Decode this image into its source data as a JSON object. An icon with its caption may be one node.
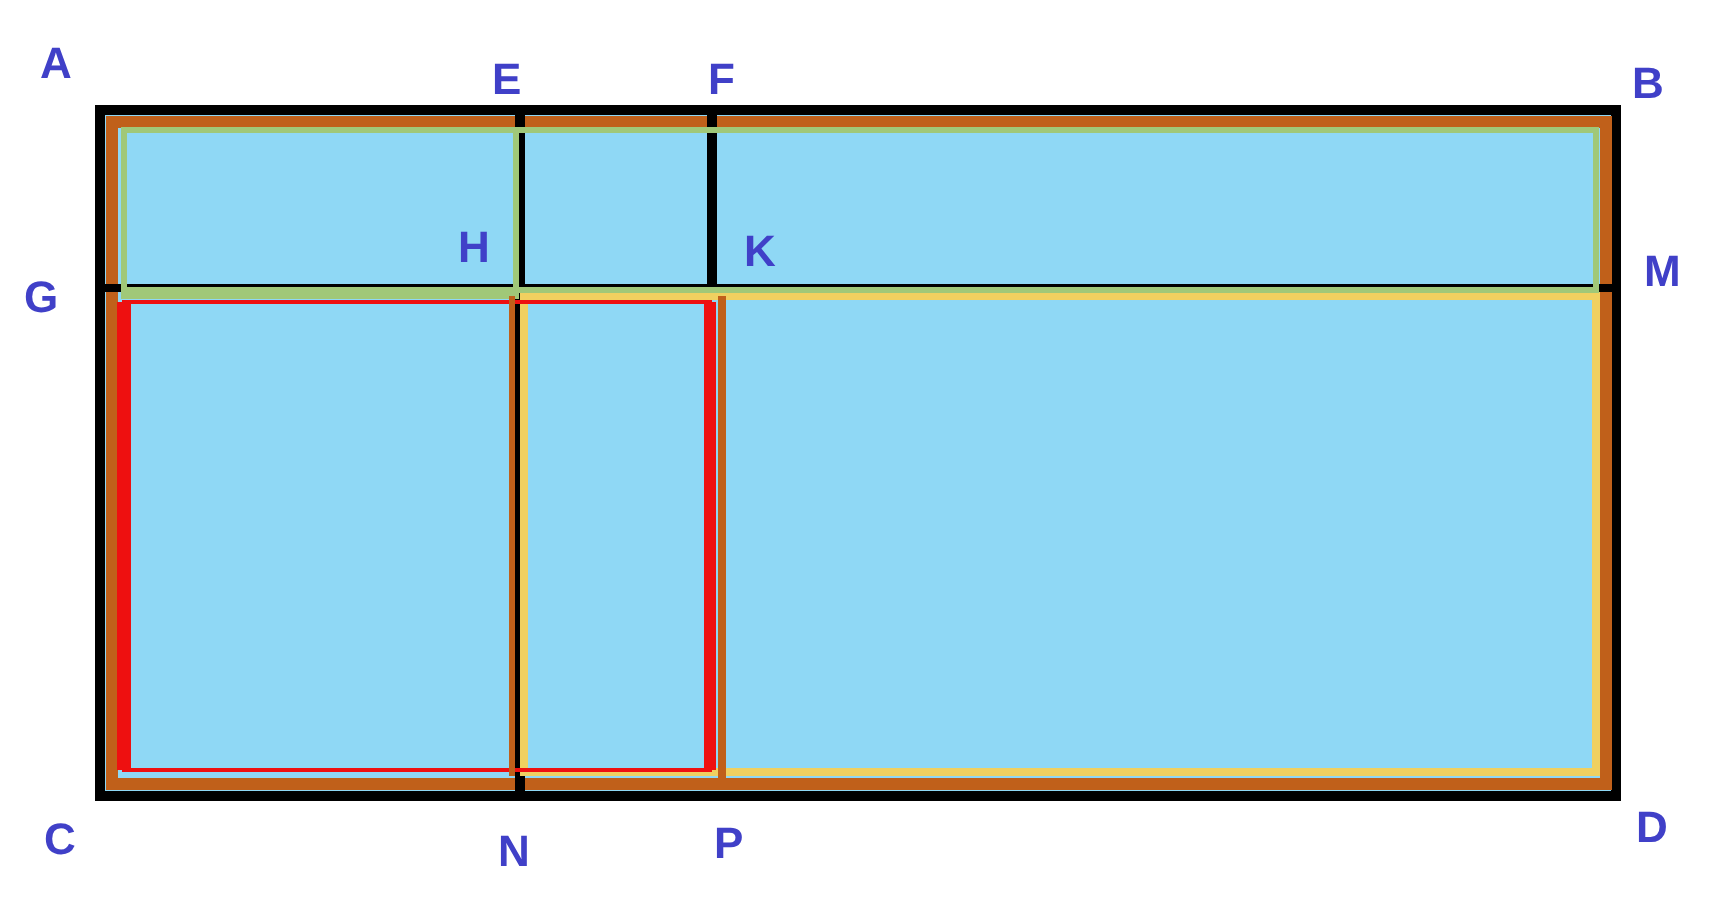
{
  "diagram": {
    "labels": [
      "A",
      "E",
      "F",
      "B",
      "H",
      "K",
      "G",
      "M",
      "C",
      "N",
      "P",
      "D"
    ]
  }
}
